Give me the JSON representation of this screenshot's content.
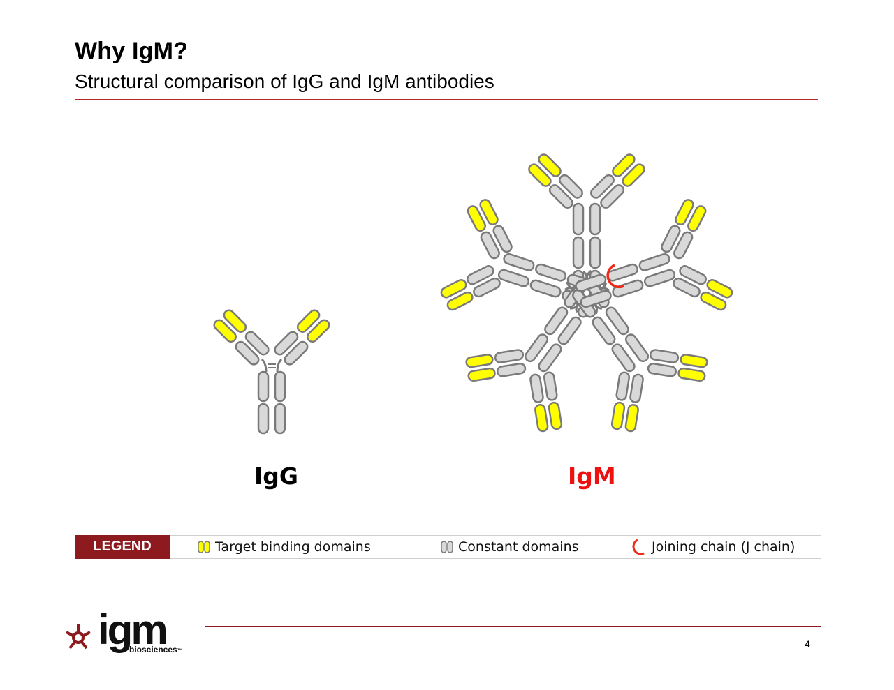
{
  "slide": {
    "title": "Why IgM?",
    "subtitle": "Structural comparison of IgG and IgM antibodies",
    "page_number": "4"
  },
  "diagram": {
    "igg_label": "IgG",
    "igm_label": "IgM",
    "colors": {
      "target_binding": "#ffff00",
      "constant": "#d9d9d9",
      "outline": "#7a7a7a",
      "j_chain": "#ee2a1b",
      "igm_label": "#ee1111",
      "accent_rule": "#b3282d"
    },
    "igm_monomer_count": 5
  },
  "legend": {
    "badge": "LEGEND",
    "items": [
      {
        "icon": "target-binding-domain-icon",
        "label": "Target binding domains"
      },
      {
        "icon": "constant-domain-icon",
        "label": "Constant domains"
      },
      {
        "icon": "j-chain-icon",
        "label": "Joining chain (J chain)"
      }
    ]
  },
  "footer": {
    "logo_word": "igm",
    "logo_sub": "biosciences",
    "logo_tm": "™"
  }
}
